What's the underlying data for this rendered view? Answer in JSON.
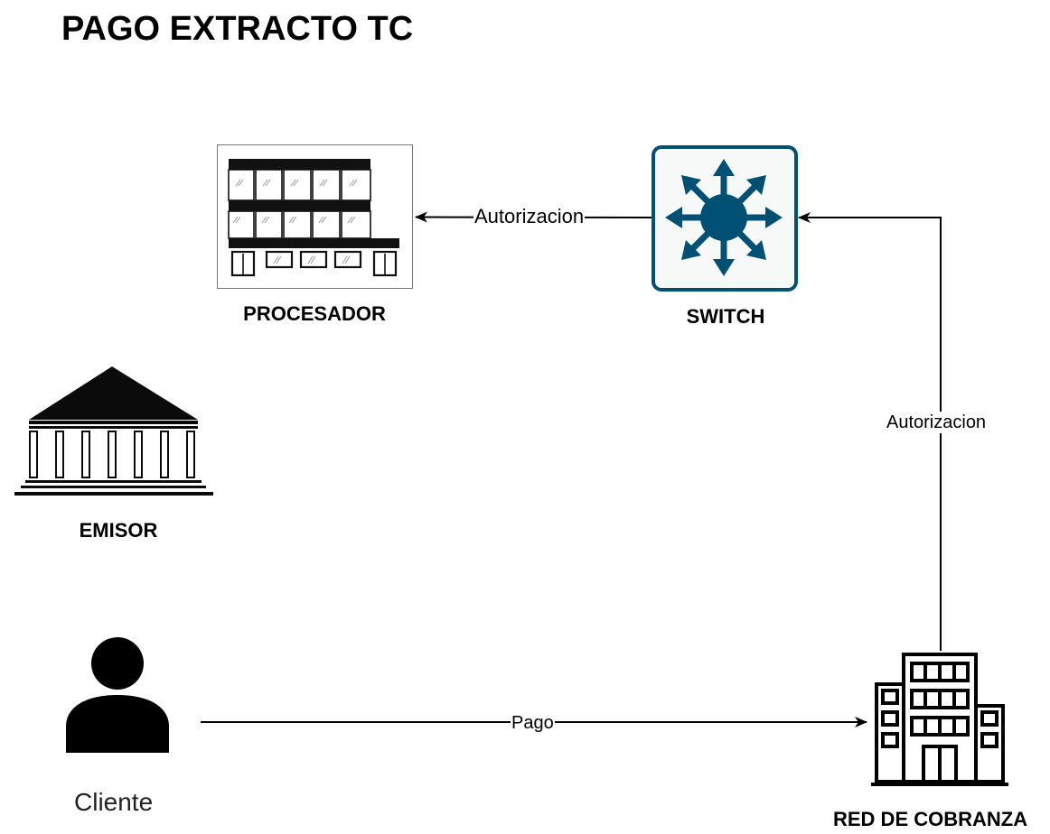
{
  "diagram": {
    "title": "PAGO EXTRACTO TC",
    "nodes": {
      "procesador": {
        "label": "PROCESADOR",
        "icon": "office-building-icon"
      },
      "switch": {
        "label": "SWITCH",
        "icon": "network-switch-icon",
        "color": "#005073"
      },
      "emisor": {
        "label": "EMISOR",
        "icon": "bank-icon"
      },
      "cliente": {
        "label": "Cliente",
        "icon": "person-icon"
      },
      "red_cobranza": {
        "label": "RED DE COBRANZA",
        "icon": "corporate-building-icon"
      }
    },
    "edges": {
      "cliente_to_red": {
        "label": "Pago",
        "from": "Cliente",
        "to": "RED DE COBRANZA"
      },
      "red_to_switch": {
        "label": "Autorizacion",
        "from": "RED DE COBRANZA",
        "to": "SWITCH"
      },
      "switch_to_procesador": {
        "label": "Autorizacion",
        "from": "SWITCH",
        "to": "PROCESADOR"
      }
    }
  }
}
